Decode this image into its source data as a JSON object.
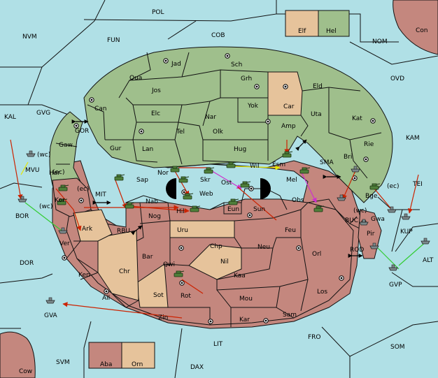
{
  "colors": {
    "sea": "#b0e0e6",
    "north_power": "#9fbf8c",
    "south_power": "#c4877e",
    "neutral": "#e6c39b",
    "order_move": "#cc2200",
    "order_support_yellow": "#e6e600",
    "order_support_green": "#33cc33",
    "order_convoy": "#cc33cc"
  },
  "legend": {
    "elf": "Elf",
    "hel": "Hel",
    "aba": "Aba",
    "orn": "Orn"
  },
  "sea_labels": {
    "pol": "POL",
    "nvm": "NVM",
    "fun": "FUN",
    "cob": "COB",
    "nom": "NOM",
    "con": "Con",
    "ovd": "OVD",
    "kal": "KAL",
    "gvg": "GVG",
    "gor": "GOR",
    "mvu": "MVU",
    "wc1": "(wc)",
    "sma": "SMA",
    "kam": "KAM",
    "tei": "TEI",
    "ec1": "(ec)",
    "buc": "BUC",
    "wc2": "(wc)",
    "mit": "MIT",
    "rbu": "RBU",
    "bor": "BOR",
    "wc3": "(wc)",
    "ec2": "(ec)",
    "ec3": "(ec)",
    "kup": "KUP",
    "alt": "ALT",
    "dor": "DOR",
    "rod": "ROD",
    "gvp": "GVP",
    "gva": "GVA",
    "fro": "FRO",
    "lit": "LIT",
    "som": "SOM",
    "svm": "SVM",
    "dax": "DAX",
    "cow": "Cow"
  },
  "provinces": {
    "jad": "Jad",
    "sch": "Sch",
    "qua": "Qua",
    "jos": "Jos",
    "grh": "Grh",
    "car": "Car",
    "eld": "Eld",
    "can": "Can",
    "yok": "Yok",
    "elc": "Elc",
    "nar": "Nar",
    "amp": "Amp",
    "uta": "Uta",
    "kat": "Kat",
    "tel": "Tel",
    "olk": "Olk",
    "gaw": "Gaw",
    "gur": "Gur",
    "lan": "Lan",
    "hug": "Hug",
    "rie": "Rie",
    "bri": "Bri",
    "her": "Her",
    "nor": "Nor",
    "skr": "Skr",
    "wil": "Wil",
    "esm": "Esm",
    "sap": "Sap",
    "web": "Web",
    "ost": "Ost",
    "mel": "Mel",
    "kor": "Kor",
    "nab": "Nab",
    "eun": "Eun",
    "obs": "Obs",
    "sun": "Sun",
    "hil": "Hil",
    "nog": "Nog",
    "bge": "Bge",
    "gwa": "Gwa",
    "ark": "Ark",
    "uru": "Uru",
    "feu": "Feu",
    "pir": "Pir",
    "ver": "Ver",
    "chp": "Chp",
    "neu": "Neu",
    "bar": "Bar",
    "qwi": "Qwi",
    "nil": "Nil",
    "orl": "Orl",
    "chr": "Chr",
    "ken": "Ken",
    "kaa": "Kaa",
    "sot": "Sot",
    "rot": "Rot",
    "mou": "Mou",
    "los": "Los",
    "ail": "Ail",
    "zin": "Zin",
    "kar": "Kar",
    "sam": "Sam"
  }
}
